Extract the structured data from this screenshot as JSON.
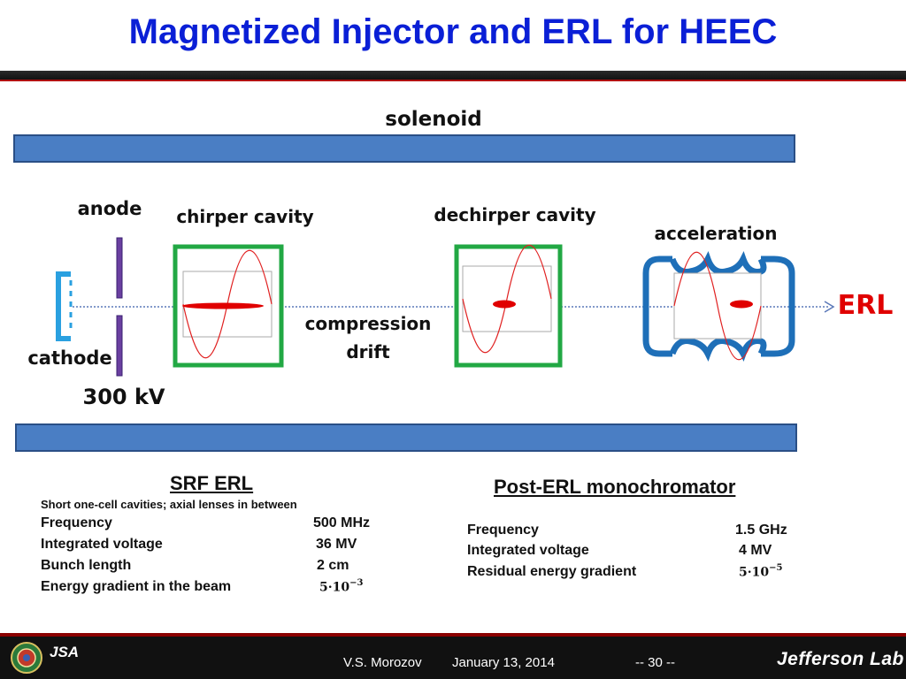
{
  "title": "Magnetized Injector and ERL for HEEC",
  "diagram": {
    "solenoid_label": "solenoid",
    "anode_label": "anode",
    "cathode_label": "cathode",
    "voltage_label": "300 kV",
    "chirper_label": "chirper cavity",
    "drift_label_line1": "compression",
    "drift_label_line2": "drift",
    "dechirper_label": "dechirper cavity",
    "acceleration_label": "acceleration",
    "erl_label": "ERL"
  },
  "srf_erl": {
    "heading": "SRF ERL",
    "note": "Short one-cell  cavities; axial lenses in between",
    "rows": [
      {
        "name": "Frequency",
        "value": "500 MHz"
      },
      {
        "name": "Integrated voltage",
        "value": "36 MV"
      },
      {
        "name": "Bunch length",
        "value": "2 cm"
      },
      {
        "name": "Energy gradient in the beam",
        "value_base": "5·10",
        "value_exp": "−3"
      }
    ]
  },
  "monochromator": {
    "heading": "Post-ERL monochromator",
    "rows": [
      {
        "name": "Frequency",
        "value": "1.5 GHz"
      },
      {
        "name": "Integrated voltage",
        "value": "4 MV"
      },
      {
        "name": "Residual energy gradient",
        "value_base": "5·10",
        "value_exp": "−5"
      }
    ]
  },
  "footer": {
    "logo_text": "JSA",
    "author": "V.S. Morozov",
    "date": "January 13, 2014",
    "page": "-- 30 --",
    "lab": "Jefferson Lab"
  },
  "colors": {
    "title": "#0a1fd6",
    "solenoid": "#4a7ec4",
    "cavity_box": "#22a844",
    "accel_cavity": "#1e6fb8",
    "rf_wave": "#e02020",
    "bunch": "#e00000",
    "erl": "#e00000",
    "cathode": "#2aa0e0",
    "anode": "#6a3fa0"
  }
}
